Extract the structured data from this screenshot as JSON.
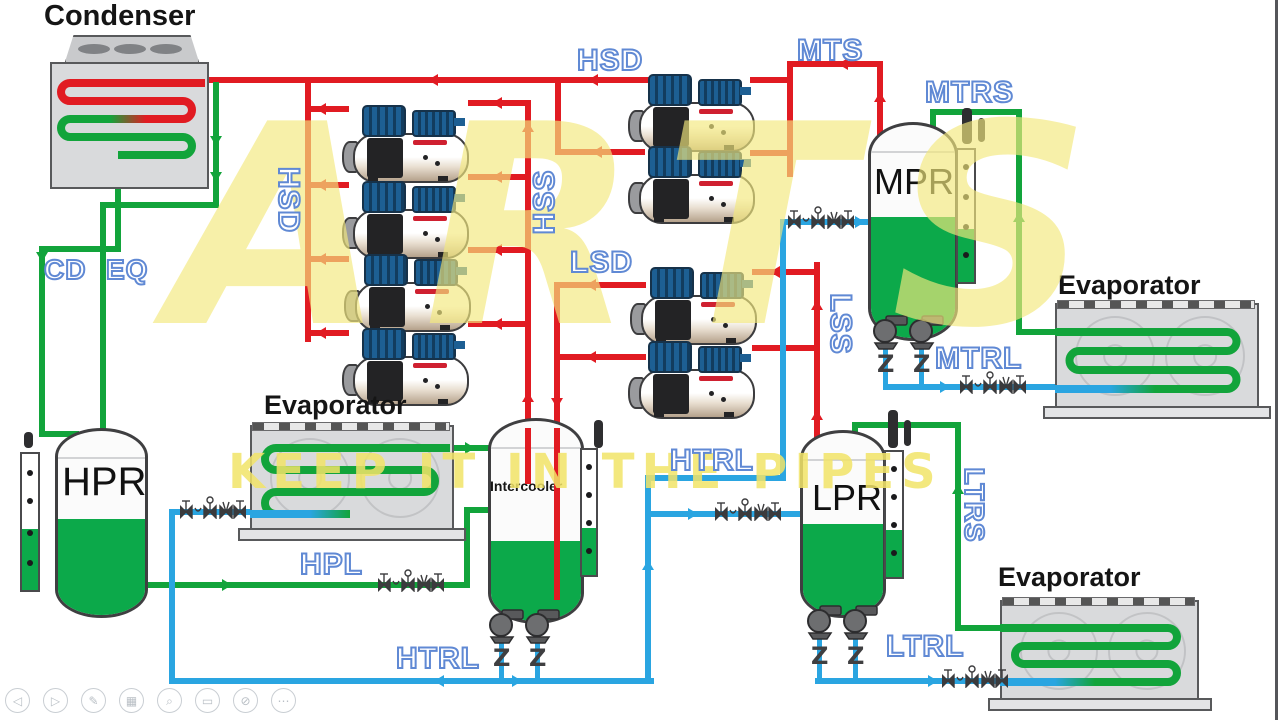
{
  "diagram": {
    "watermark": {
      "brand": "ARTS",
      "slogan": "KEEP IT IN THE PIPES"
    },
    "equipment": {
      "condenser": "Condenser",
      "evaporator_mid": "Evaporator",
      "evaporator_right": "Evaporator",
      "evaporator_bottom": "Evaporator",
      "hpr": "HPR",
      "mpr": "MPR",
      "lpr": "LPR",
      "intercooler": "Intercooler"
    },
    "lines": {
      "hsd_top": "HSD",
      "hsd_rack": "HSD",
      "hss": "HSS",
      "mts": "MTS",
      "mtrs": "MTRS",
      "mtrl": "MTRL",
      "cd": "CD",
      "eq": "EQ",
      "lsd": "LSD",
      "lss": "LSS",
      "hpl": "HPL",
      "htrl_mid": "HTRL",
      "htrl_bottom": "HTRL",
      "ltrs": "LTRS",
      "ltrl": "LTRL"
    },
    "colors": {
      "discharge_red": "#e11b22",
      "liquid_green": "#12a43b",
      "recirc_blue": "#2aa5e1",
      "label_blue": "#6089d4",
      "watermark_yellow": "#f4e97e",
      "vessel_liquid_green": "#0ca94a"
    }
  },
  "toolbar": {
    "items": [
      {
        "name": "previous-slide"
      },
      {
        "name": "next-slide"
      },
      {
        "name": "pen"
      },
      {
        "name": "see-all-slides"
      },
      {
        "name": "zoom"
      },
      {
        "name": "captions"
      },
      {
        "name": "camera-off"
      },
      {
        "name": "more-options"
      }
    ]
  }
}
